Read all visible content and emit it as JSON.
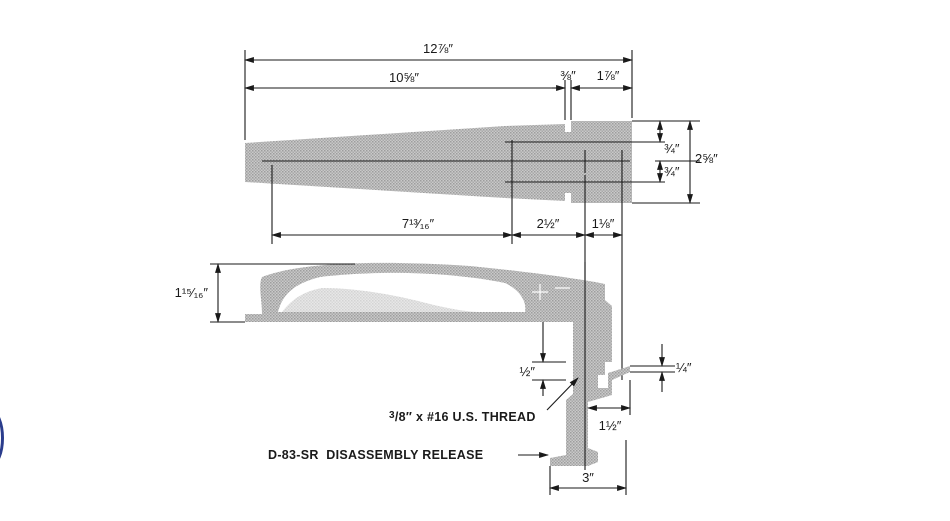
{
  "dimensions": {
    "overall_length": "12⅞″",
    "arm_length": "10⅝″",
    "gap": "⅜″",
    "tip": "1⅞″",
    "upper_quarter": "¾″",
    "lower_quarter": "¾″",
    "overall_height": "2⅝″",
    "inner_span": "7¹³⁄₁₆″",
    "mid_span": "2½″",
    "bore_span": "1⅛″",
    "section_height": "1¹⁵⁄₁₆″",
    "half_inch": "½″",
    "quarter_inch": "¼″",
    "stem_offset": "1½″",
    "base_width": "3″"
  },
  "callouts": {
    "thread_prefix": "3",
    "thread_fraction": "/8″",
    "thread_rest": " x #16 U.S. THREAD",
    "release": "D-83-SR  DISASSEMBLY RELEASE"
  }
}
